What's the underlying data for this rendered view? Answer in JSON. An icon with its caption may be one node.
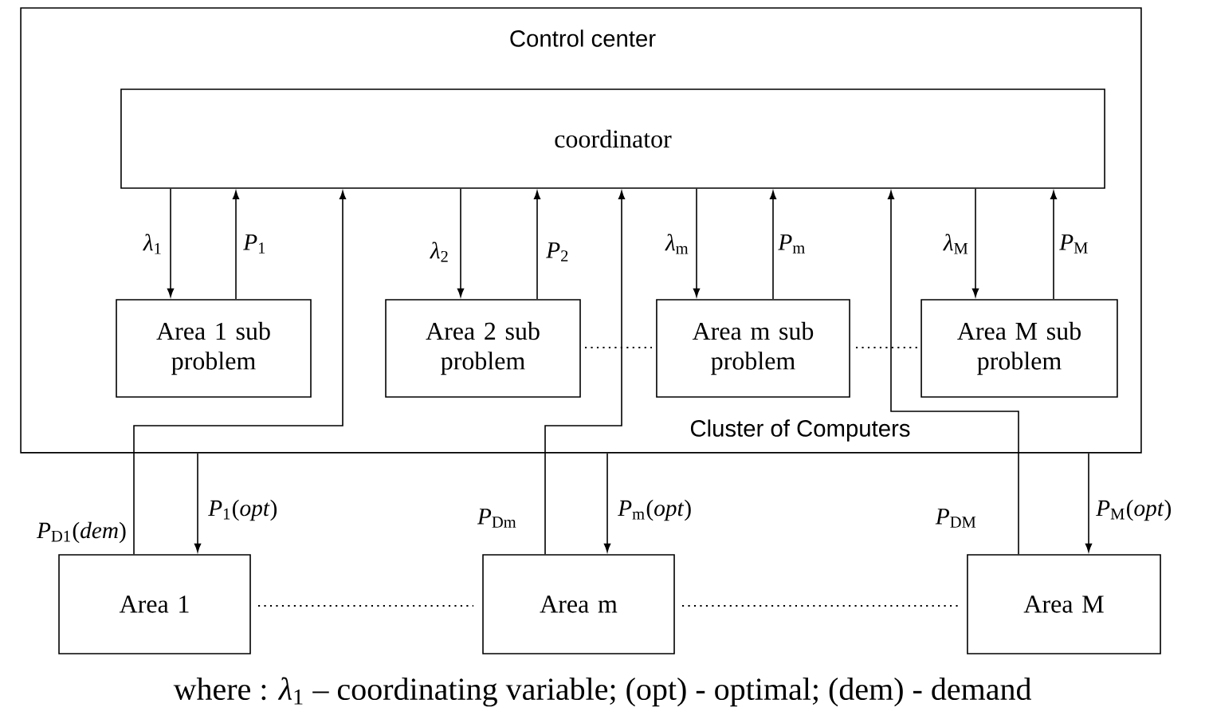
{
  "diagram": {
    "caption": "where : *λ*$_{1}$ – coordinating variable; (opt) - optimal; (dem) - demand",
    "nodes": [
      {
        "text": [
          "Control center",
          "Cluster of Computers"
        ]
      },
      {
        "text": [
          "coordinator"
        ],
        "in": 0
      },
      {
        "text": [
          "Area 1 sub problem"
        ],
        "in": 0
      },
      {
        "text": [
          "Area 2 sub problem"
        ],
        "in": 0
      },
      {
        "text": [
          "Area m sub problem"
        ],
        "in": 0
      },
      {
        "text": [
          "Area M sub problem"
        ],
        "in": 0
      },
      {
        "text": [
          "Area 1"
        ]
      },
      {
        "text": [
          "Area m"
        ]
      },
      {
        "text": [
          "Area M"
        ]
      }
    ],
    "edges": [
      {
        "from": 1,
        "to": 2,
        "arrow": "to",
        "label": "*λ*$_{1}$"
      },
      {
        "from": 2,
        "to": 1,
        "arrow": "to",
        "label": "*P*$_{1}$"
      },
      {
        "from": 1,
        "to": 3,
        "arrow": "to",
        "label": "*λ*$_{2}$"
      },
      {
        "from": 3,
        "to": 1,
        "arrow": "to",
        "label": "*P*$_{2}$"
      },
      {
        "from": 1,
        "to": 4,
        "arrow": "to",
        "label": "*λ*$_{m}$"
      },
      {
        "from": 4,
        "to": 1,
        "arrow": "to",
        "label": "*P*$_{m}$"
      },
      {
        "from": 1,
        "to": 5,
        "arrow": "to",
        "label": "*λ*$_{M}$"
      },
      {
        "from": 5,
        "to": 1,
        "arrow": "to",
        "label": "*P*$_{M}$"
      },
      {
        "from": 6,
        "to": 1,
        "arrow": "to",
        "label": "*P*$_{D1}$(*dem*)"
      },
      {
        "from": 0,
        "to": 6,
        "arrow": "to",
        "label": "*P*$_{1}$(*opt*)"
      },
      {
        "from": 7,
        "to": 1,
        "arrow": "to",
        "label": "*P*$_{Dm}$"
      },
      {
        "from": 0,
        "to": 7,
        "arrow": "to",
        "label": "*P*$_{m}$(*opt*)"
      },
      {
        "from": 8,
        "to": 1,
        "arrow": "to",
        "label": "*P*$_{DM}$"
      },
      {
        "from": 0,
        "to": 8,
        "arrow": "to",
        "label": "*P*$_{M}$(*opt*)"
      }
    ]
  }
}
